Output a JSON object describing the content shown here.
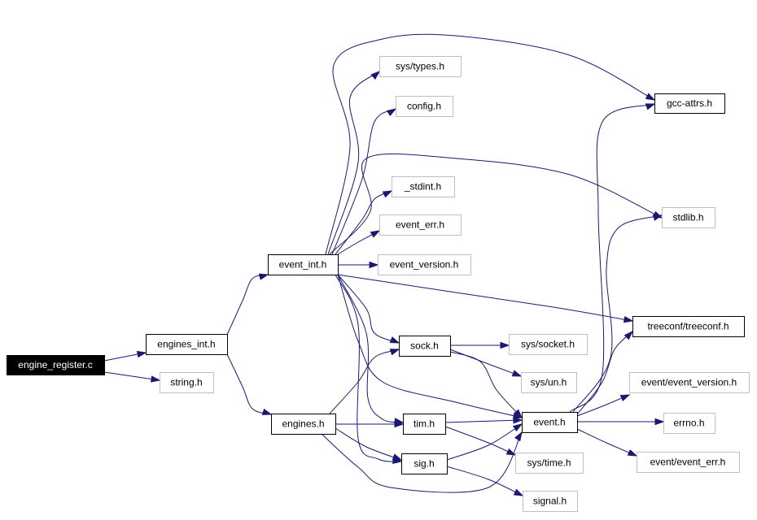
{
  "nodes": [
    {
      "id": "engine_register_c",
      "label": "engine_register.c",
      "style": "root"
    },
    {
      "id": "engines_int_h",
      "label": "engines_int.h",
      "style": "documented"
    },
    {
      "id": "string_h",
      "label": "string.h",
      "style": "external"
    },
    {
      "id": "event_int_h",
      "label": "event_int.h",
      "style": "documented"
    },
    {
      "id": "engines_h",
      "label": "engines.h",
      "style": "documented"
    },
    {
      "id": "sys_types_h",
      "label": "sys/types.h",
      "style": "external"
    },
    {
      "id": "config_h",
      "label": "config.h",
      "style": "external"
    },
    {
      "id": "stdint_h",
      "label": "_stdint.h",
      "style": "external"
    },
    {
      "id": "event_err_h",
      "label": "event_err.h",
      "style": "external"
    },
    {
      "id": "event_version_h",
      "label": "event_version.h",
      "style": "external"
    },
    {
      "id": "sock_h",
      "label": "sock.h",
      "style": "documented"
    },
    {
      "id": "tim_h",
      "label": "tim.h",
      "style": "documented"
    },
    {
      "id": "sig_h",
      "label": "sig.h",
      "style": "documented"
    },
    {
      "id": "sys_socket_h",
      "label": "sys/socket.h",
      "style": "external"
    },
    {
      "id": "sys_un_h",
      "label": "sys/un.h",
      "style": "external"
    },
    {
      "id": "event_h",
      "label": "event.h",
      "style": "documented"
    },
    {
      "id": "sys_time_h",
      "label": "sys/time.h",
      "style": "external"
    },
    {
      "id": "signal_h",
      "label": "signal.h",
      "style": "external"
    },
    {
      "id": "gcc_attrs_h",
      "label": "gcc-attrs.h",
      "style": "documented"
    },
    {
      "id": "stdlib_h",
      "label": "stdlib.h",
      "style": "external"
    },
    {
      "id": "treeconf_h",
      "label": "treeconf/treeconf.h",
      "style": "documented"
    },
    {
      "id": "event_event_version_h",
      "label": "event/event_version.h",
      "style": "external"
    },
    {
      "id": "errno_h",
      "label": "errno.h",
      "style": "external"
    },
    {
      "id": "event_event_err_h",
      "label": "event/event_err.h",
      "style": "external"
    }
  ],
  "edges": [
    {
      "from": "engine_register_c",
      "to": "engines_int_h"
    },
    {
      "from": "engine_register_c",
      "to": "string_h"
    },
    {
      "from": "engines_int_h",
      "to": "event_int_h"
    },
    {
      "from": "engines_int_h",
      "to": "engines_h"
    },
    {
      "from": "event_int_h",
      "to": "sys_types_h"
    },
    {
      "from": "event_int_h",
      "to": "config_h"
    },
    {
      "from": "event_int_h",
      "to": "gcc_attrs_h"
    },
    {
      "from": "event_int_h",
      "to": "stdint_h"
    },
    {
      "from": "event_int_h",
      "to": "stdlib_h"
    },
    {
      "from": "event_int_h",
      "to": "event_err_h"
    },
    {
      "from": "event_int_h",
      "to": "event_version_h"
    },
    {
      "from": "event_int_h",
      "to": "treeconf_h"
    },
    {
      "from": "event_int_h",
      "to": "sock_h"
    },
    {
      "from": "event_int_h",
      "to": "event_h"
    },
    {
      "from": "event_int_h",
      "to": "tim_h"
    },
    {
      "from": "event_int_h",
      "to": "sig_h"
    },
    {
      "from": "engines_h",
      "to": "sock_h"
    },
    {
      "from": "engines_h",
      "to": "tim_h"
    },
    {
      "from": "engines_h",
      "to": "sig_h"
    },
    {
      "from": "engines_h",
      "to": "event_h"
    },
    {
      "from": "sock_h",
      "to": "sys_socket_h"
    },
    {
      "from": "sock_h",
      "to": "sys_un_h"
    },
    {
      "from": "sock_h",
      "to": "event_h"
    },
    {
      "from": "tim_h",
      "to": "event_h"
    },
    {
      "from": "tim_h",
      "to": "sys_time_h"
    },
    {
      "from": "sig_h",
      "to": "event_h"
    },
    {
      "from": "sig_h",
      "to": "signal_h"
    },
    {
      "from": "event_h",
      "to": "gcc_attrs_h"
    },
    {
      "from": "event_h",
      "to": "stdlib_h"
    },
    {
      "from": "event_h",
      "to": "treeconf_h"
    },
    {
      "from": "event_h",
      "to": "event_event_version_h"
    },
    {
      "from": "event_h",
      "to": "errno_h"
    },
    {
      "from": "event_h",
      "to": "event_event_err_h"
    }
  ],
  "colors": {
    "edge": "#191970",
    "root_fill": "#000000",
    "root_text": "#ffffff",
    "documented_border": "#000000",
    "external_border": "#bfbfbf",
    "node_fill": "#ffffff",
    "node_text": "#000000"
  }
}
